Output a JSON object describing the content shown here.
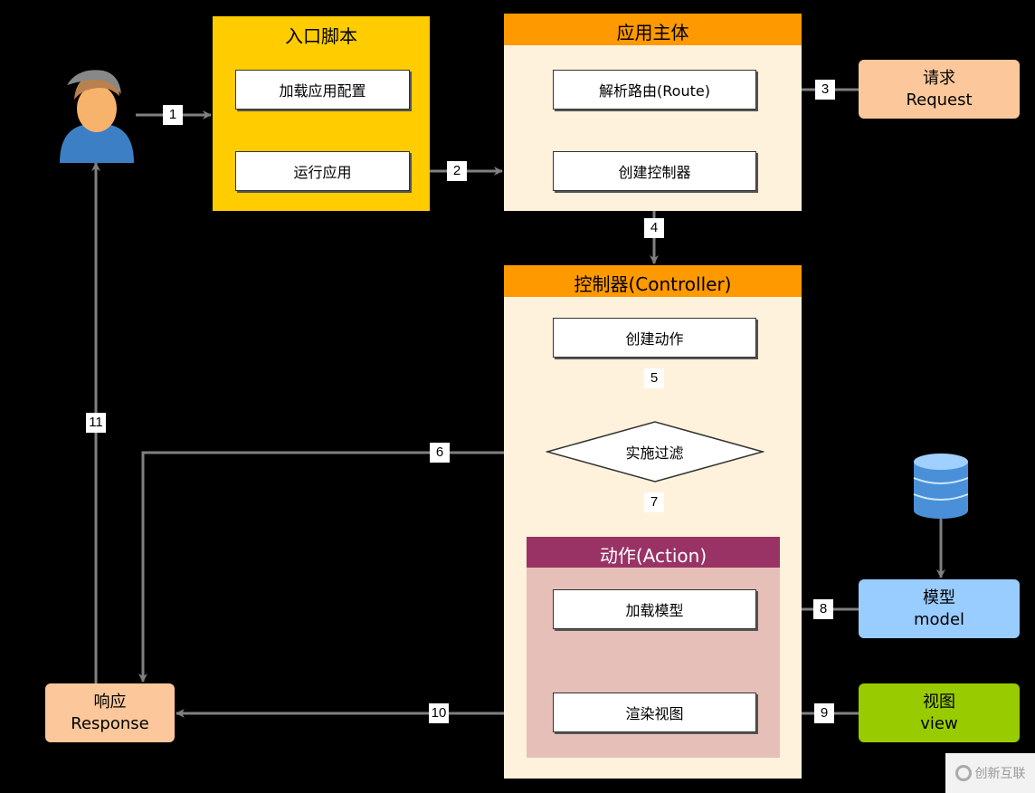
{
  "colors": {
    "background": "#000000",
    "entry": "#ffcc00",
    "header_orange": "#ff9900",
    "panel_body": "#fff2dc",
    "action_header": "#993366",
    "action_body": "#e6c0b8",
    "request": "#fcc89b",
    "model": "#99ccff",
    "view": "#99cc00",
    "arrow": "#808080"
  },
  "entry": {
    "title": "入口脚本",
    "steps": [
      "加载应用配置",
      "运行应用"
    ]
  },
  "app": {
    "title": "应用主体",
    "steps": [
      "解析路由(Route)",
      "创建控制器"
    ]
  },
  "controller": {
    "title": "控制器(Controller)",
    "create_action": "创建动作",
    "filter": "实施过滤"
  },
  "action": {
    "title": "动作(Action)",
    "steps": [
      "加载模型",
      "渲染视图"
    ]
  },
  "request": {
    "cn": "请求",
    "en": "Request"
  },
  "model": {
    "cn": "模型",
    "en": "model"
  },
  "view": {
    "cn": "视图",
    "en": "view"
  },
  "response": {
    "cn": "响应",
    "en": "Response"
  },
  "icons": {
    "user": "user-icon",
    "database": "database-icon"
  },
  "arrows": [
    "1",
    "2",
    "3",
    "4",
    "5",
    "6",
    "7",
    "8",
    "9",
    "10",
    "11"
  ],
  "watermark": "创新互联"
}
